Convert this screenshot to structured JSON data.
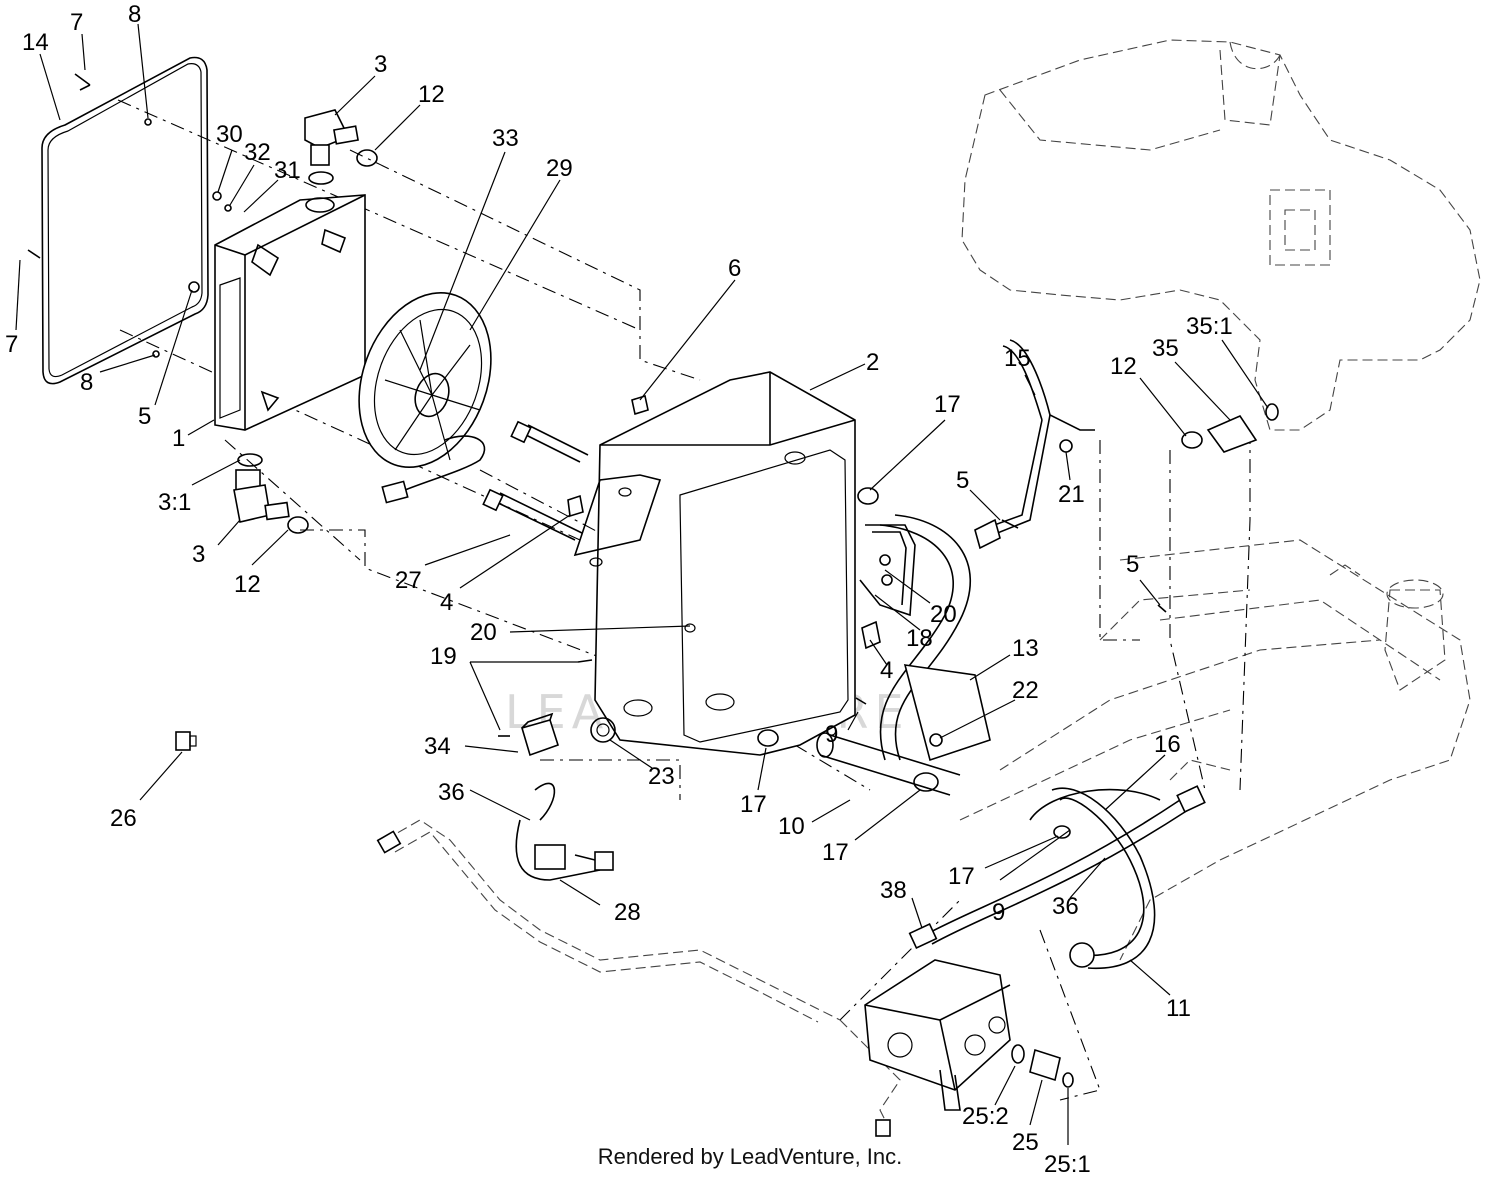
{
  "callouts": [
    {
      "id": "14",
      "text": "14"
    },
    {
      "id": "7a",
      "text": "7"
    },
    {
      "id": "8a",
      "text": "8"
    },
    {
      "id": "7b",
      "text": "7"
    },
    {
      "id": "8b",
      "text": "8"
    },
    {
      "id": "5a",
      "text": "5"
    },
    {
      "id": "1",
      "text": "1"
    },
    {
      "id": "3a",
      "text": "3"
    },
    {
      "id": "12a",
      "text": "12"
    },
    {
      "id": "30",
      "text": "30"
    },
    {
      "id": "32",
      "text": "32"
    },
    {
      "id": "31",
      "text": "31"
    },
    {
      "id": "33",
      "text": "33"
    },
    {
      "id": "29",
      "text": "29"
    },
    {
      "id": "6",
      "text": "6"
    },
    {
      "id": "2",
      "text": "2"
    },
    {
      "id": "3_1",
      "text": "3:1"
    },
    {
      "id": "3b",
      "text": "3"
    },
    {
      "id": "12b",
      "text": "12"
    },
    {
      "id": "27",
      "text": "27"
    },
    {
      "id": "4a",
      "text": "4"
    },
    {
      "id": "17a",
      "text": "17"
    },
    {
      "id": "15",
      "text": "15"
    },
    {
      "id": "5b",
      "text": "5"
    },
    {
      "id": "21",
      "text": "21"
    },
    {
      "id": "12c",
      "text": "12"
    },
    {
      "id": "35",
      "text": "35"
    },
    {
      "id": "35_1",
      "text": "35:1"
    },
    {
      "id": "5c",
      "text": "5"
    },
    {
      "id": "20a",
      "text": "20"
    },
    {
      "id": "20b",
      "text": "20"
    },
    {
      "id": "18",
      "text": "18"
    },
    {
      "id": "19",
      "text": "19"
    },
    {
      "id": "4b",
      "text": "4"
    },
    {
      "id": "13",
      "text": "13"
    },
    {
      "id": "22",
      "text": "22"
    },
    {
      "id": "34",
      "text": "34"
    },
    {
      "id": "23",
      "text": "23"
    },
    {
      "id": "9a",
      "text": "9"
    },
    {
      "id": "26",
      "text": "26"
    },
    {
      "id": "36a",
      "text": "36"
    },
    {
      "id": "17b",
      "text": "17"
    },
    {
      "id": "10",
      "text": "10"
    },
    {
      "id": "17c",
      "text": "17"
    },
    {
      "id": "16",
      "text": "16"
    },
    {
      "id": "17d",
      "text": "17"
    },
    {
      "id": "9b",
      "text": "9"
    },
    {
      "id": "38",
      "text": "38"
    },
    {
      "id": "36b",
      "text": "36"
    },
    {
      "id": "28",
      "text": "28"
    },
    {
      "id": "11",
      "text": "11"
    },
    {
      "id": "25_2",
      "text": "25:2"
    },
    {
      "id": "25",
      "text": "25"
    },
    {
      "id": "25_1",
      "text": "25:1"
    }
  ],
  "footer_text": "Rendered by LeadVenture, Inc.",
  "watermark_text": "LEADVENTURE"
}
